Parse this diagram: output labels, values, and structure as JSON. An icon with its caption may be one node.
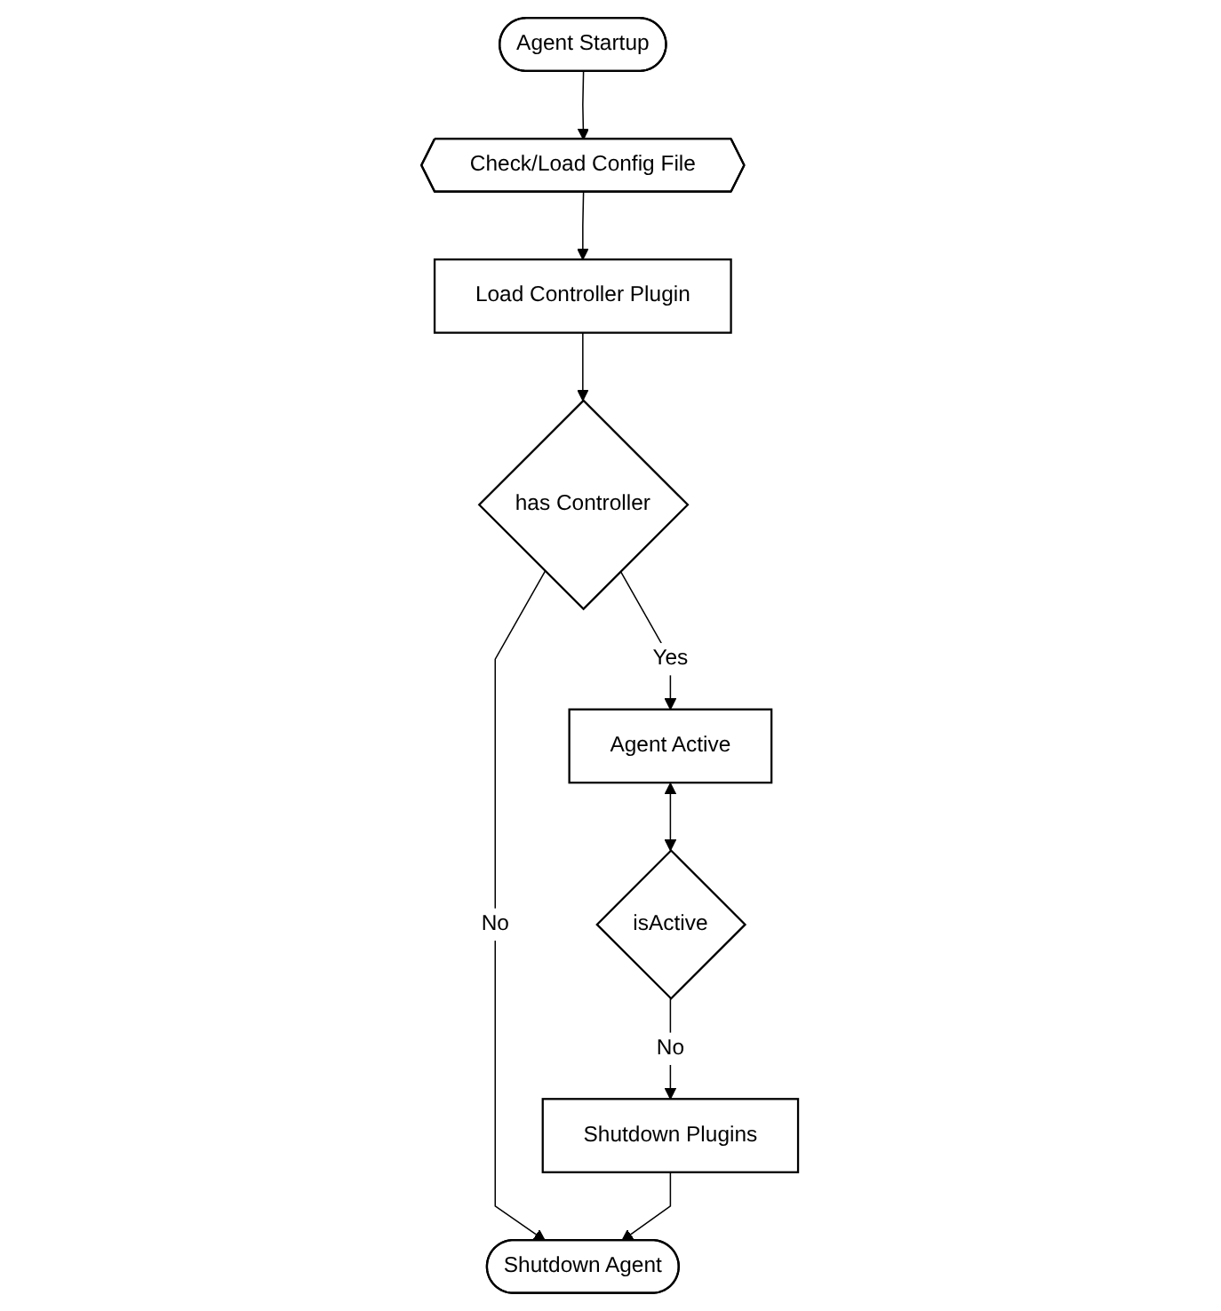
{
  "diagram": {
    "nodes": [
      {
        "text": [
          "Agent Startup"
        ]
      },
      {
        "text": [
          "Check/Load Config File"
        ]
      },
      {
        "text": [
          "Load Controller Plugin"
        ]
      },
      {
        "text": [
          "has Controller"
        ]
      },
      {
        "text": [
          "Agent Active"
        ]
      },
      {
        "text": [
          "isActive"
        ]
      },
      {
        "text": [
          "Shutdown Plugins"
        ]
      },
      {
        "text": [
          "Shutdown Agent"
        ]
      }
    ],
    "edges": [
      {
        "from": 0,
        "to": 1,
        "arrow": "to"
      },
      {
        "from": 1,
        "to": 2,
        "arrow": "to"
      },
      {
        "from": 2,
        "to": 3,
        "arrow": "to"
      },
      {
        "from": 3,
        "to": 4,
        "arrow": "to",
        "label": "Yes"
      },
      {
        "from": 3,
        "to": 7,
        "arrow": "to",
        "label": "No"
      },
      {
        "from": 4,
        "to": 5,
        "arrow": "both"
      },
      {
        "from": 5,
        "to": 6,
        "arrow": "to",
        "label": "No"
      },
      {
        "from": 6,
        "to": 7,
        "arrow": "to"
      }
    ]
  }
}
